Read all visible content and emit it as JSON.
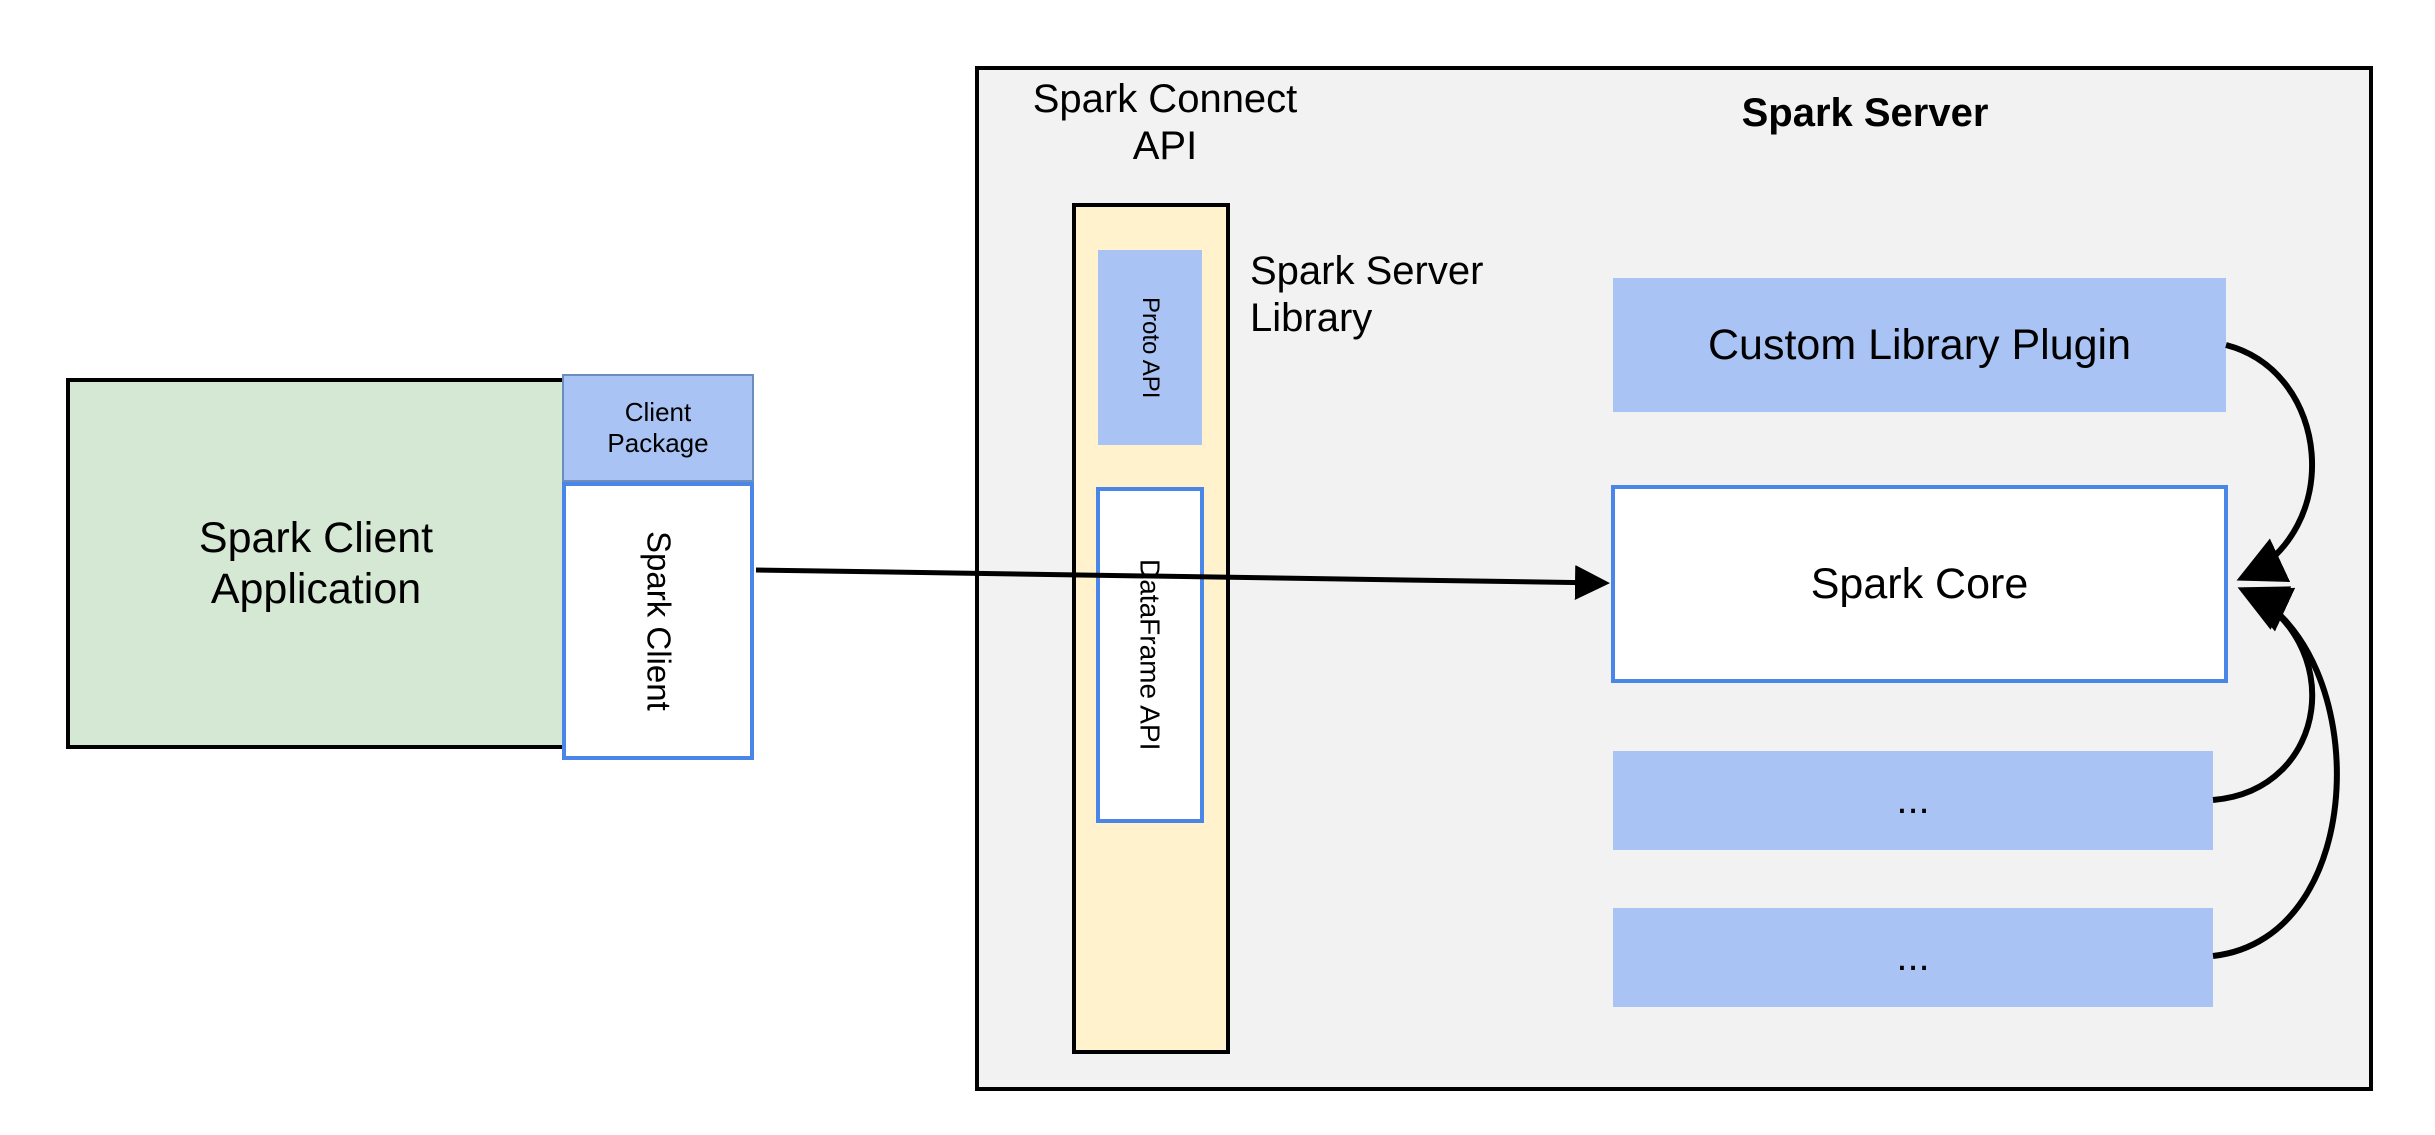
{
  "diagram": {
    "title": "Spark Connect architecture",
    "colors": {
      "client_app_fill": "#d5e8d4",
      "blue_fill": "#a9c4f4",
      "blue_stroke": "#4a86e8",
      "yellow_fill": "#fff2cc",
      "panel_fill": "#f2f2f2",
      "panel_stroke": "#000000",
      "arrow_stroke": "#000000"
    }
  },
  "client_side": {
    "application_label": "Spark Client\nApplication",
    "application_line1": "Spark Client",
    "application_line2": "Application",
    "client_package_label": "Client\nPackage",
    "client_package_line1": "Client",
    "client_package_line2": "Package",
    "spark_client_label": "Spark Client"
  },
  "server_side": {
    "panel_title": "Spark Server",
    "connect_api_label_line1": "Spark Connect",
    "connect_api_label_line2": "API",
    "server_library_label_line1": "Spark Server",
    "server_library_label_line2": "Library",
    "proto_api_label": "Proto API",
    "dataframe_api_label": "DataFrame API",
    "components": [
      {
        "label": "Custom Library Plugin",
        "style": "blue-filled"
      },
      {
        "label": "Spark Core",
        "style": "white-blue-border"
      },
      {
        "label": "...",
        "style": "blue-filled"
      },
      {
        "label": "...",
        "style": "blue-filled"
      }
    ]
  },
  "connections": [
    {
      "from": "Spark Client",
      "to": "Spark Core",
      "kind": "straight-arrow"
    },
    {
      "from": "Custom Library Plugin",
      "to": "Spark Core",
      "kind": "curved-arrow"
    },
    {
      "from": "...",
      "to": "Spark Core",
      "kind": "curved-arrow"
    },
    {
      "from": "...",
      "to": "Spark Core",
      "kind": "curved-arrow"
    }
  ]
}
